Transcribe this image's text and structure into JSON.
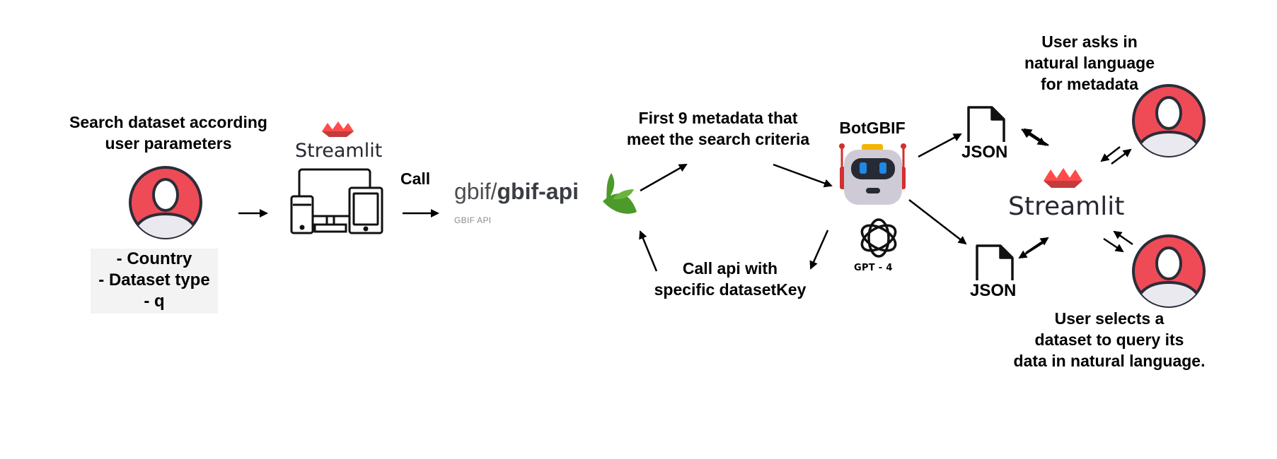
{
  "labels": {
    "search_title": "Search dataset according user parameters",
    "search_title_line1": "Search dataset according",
    "search_title_line2": "user parameters",
    "call": "Call",
    "first_metadata_line1": "First 9 metadata that",
    "first_metadata_line2": "meet the search criteria",
    "call_api_line1": "Call api with",
    "call_api_line2": "specific datasetKey",
    "user_asks_line1": "User asks in",
    "user_asks_line2": "natural language",
    "user_asks_line3": "for metadata",
    "user_selects_line1": "User selects a",
    "user_selects_line2": "dataset to query its",
    "user_selects_line3": "data in natural language."
  },
  "params": [
    "- Country",
    "- Dataset type",
    "- q"
  ],
  "streamlit": {
    "left_label": "Streamlit",
    "right_label": "Streamlit"
  },
  "gbif": {
    "prefix": "gbif/",
    "name": "gbif-api",
    "subtitle": "GBIF API"
  },
  "bot": {
    "name": "BotGBIF",
    "model": "GPT - 4"
  },
  "files": {
    "top": "JSON",
    "bottom": "JSON"
  },
  "colors": {
    "user_red": "#ef4b57",
    "outline": "#2b2d38",
    "streamlit_red": "#ff4b4b",
    "gbif_green": "#4c9a2a",
    "robot_gray": "#cfcbd6",
    "robot_eye": "#1e88e5"
  }
}
